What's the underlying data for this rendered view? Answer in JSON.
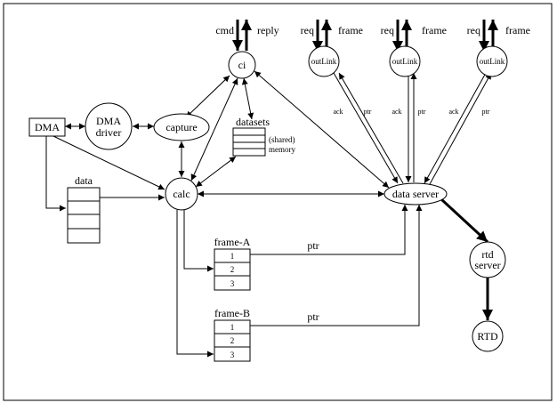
{
  "nodes": {
    "dma": "DMA",
    "dma_driver_line1": "DMA",
    "dma_driver_line2": "driver",
    "capture": "capture",
    "ci": "ci",
    "calc": "calc",
    "outlink_1": "outLink",
    "outlink_2": "outLink",
    "outlink_3": "outLink",
    "data_server": "data server",
    "rtd_server_line1": "rtd",
    "rtd_server_line2": "server",
    "rtd": "RTD"
  },
  "labels": {
    "cmd": "cmd",
    "reply": "reply",
    "req_1": "req",
    "frame_1": "frame",
    "req_2": "req",
    "frame_2": "frame",
    "req_3": "req",
    "frame_3": "frame",
    "data": "data",
    "datasets": "datasets",
    "shared": "(shared)",
    "memory": "memory",
    "frame_a": "frame-A",
    "frame_b": "frame-B",
    "ptr_a": "ptr",
    "ptr_b": "ptr",
    "ack_1": "ack",
    "ptr_1": "ptr",
    "ack_2": "ack",
    "ptr_2": "ptr",
    "ack_3": "ack",
    "ptr_3": "ptr"
  },
  "frame_a_cells": [
    "1",
    "2",
    "3"
  ],
  "frame_b_cells": [
    "1",
    "2",
    "3"
  ]
}
